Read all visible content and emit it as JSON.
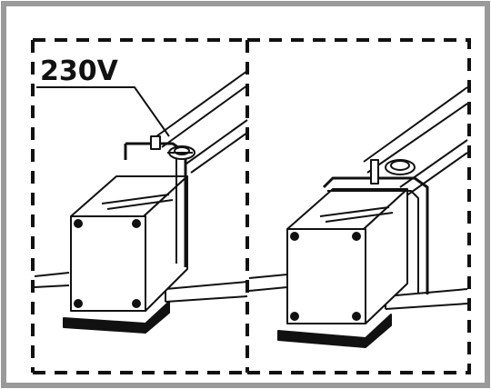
{
  "diagram": {
    "label": "230V",
    "panels": [
      "energized-panel",
      "disconnected-panel"
    ]
  },
  "colors": {
    "frame": "#9a9a9a",
    "ink": "#111111",
    "background": "#ffffff"
  }
}
